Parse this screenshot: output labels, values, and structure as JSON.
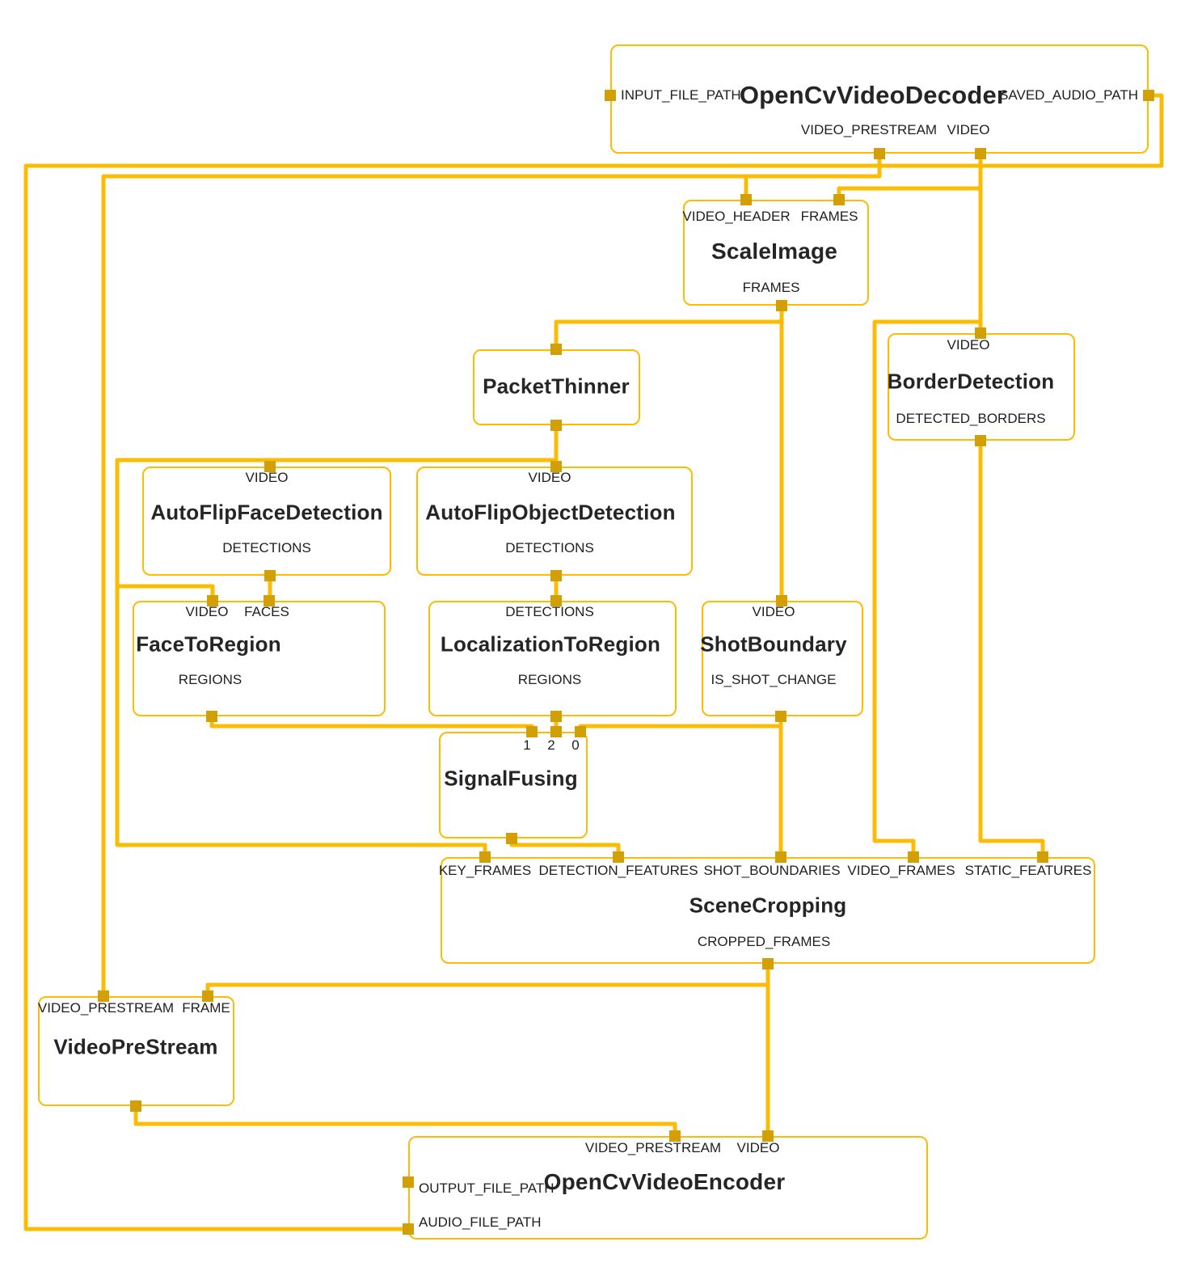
{
  "diagram": {
    "kind": "mediapipe-autoflip-graph",
    "colors": {
      "wire": "#FBBC05",
      "port": "#D29F06",
      "box_border": "#FBBC05",
      "text": "#1f1f1f",
      "background": "#ffffff"
    }
  },
  "nodes": [
    {
      "id": "decoder",
      "title": "OpenCvVideoDecoder",
      "ports": [
        {
          "label": "INPUT_FILE_PATH"
        },
        {
          "label": "SAVED_AUDIO_PATH"
        },
        {
          "label": "VIDEO_PRESTREAM"
        },
        {
          "label": "VIDEO"
        }
      ]
    },
    {
      "id": "scaleimage",
      "title": "ScaleImage",
      "ports": [
        {
          "label": "VIDEO_HEADER"
        },
        {
          "label": "FRAMES"
        },
        {
          "label": "FRAMES"
        }
      ]
    },
    {
      "id": "borderdetection",
      "title": "BorderDetection",
      "ports": [
        {
          "label": "VIDEO"
        },
        {
          "label": "DETECTED_BORDERS"
        }
      ]
    },
    {
      "id": "packetthinner",
      "title": "PacketThinner",
      "ports": []
    },
    {
      "id": "facedetection",
      "title": "AutoFlipFaceDetection",
      "ports": [
        {
          "label": "VIDEO"
        },
        {
          "label": "DETECTIONS"
        }
      ]
    },
    {
      "id": "objectdetection",
      "title": "AutoFlipObjectDetection",
      "ports": [
        {
          "label": "VIDEO"
        },
        {
          "label": "DETECTIONS"
        }
      ]
    },
    {
      "id": "facetoregion",
      "title": "FaceToRegion",
      "ports": [
        {
          "label": "VIDEO"
        },
        {
          "label": "FACES"
        },
        {
          "label": "REGIONS"
        }
      ]
    },
    {
      "id": "localizationtoregion",
      "title": "LocalizationToRegion",
      "ports": [
        {
          "label": "DETECTIONS"
        },
        {
          "label": "REGIONS"
        }
      ]
    },
    {
      "id": "shotboundary",
      "title": "ShotBoundary",
      "ports": [
        {
          "label": "VIDEO"
        },
        {
          "label": "IS_SHOT_CHANGE"
        }
      ]
    },
    {
      "id": "signalfusing",
      "title": "SignalFusing",
      "ports": [
        {
          "label": "1"
        },
        {
          "label": "2"
        },
        {
          "label": "0"
        }
      ]
    },
    {
      "id": "scenecropping",
      "title": "SceneCropping",
      "ports": [
        {
          "label": "KEY_FRAMES"
        },
        {
          "label": "DETECTION_FEATURES"
        },
        {
          "label": "SHOT_BOUNDARIES"
        },
        {
          "label": "VIDEO_FRAMES"
        },
        {
          "label": "STATIC_FEATURES"
        },
        {
          "label": "CROPPED_FRAMES"
        }
      ]
    },
    {
      "id": "videoprestream",
      "title": "VideoPreStream",
      "ports": [
        {
          "label": "VIDEO_PRESTREAM"
        },
        {
          "label": "FRAME"
        }
      ]
    },
    {
      "id": "encoder",
      "title": "OpenCvVideoEncoder",
      "ports": [
        {
          "label": "VIDEO_PRESTREAM"
        },
        {
          "label": "VIDEO"
        },
        {
          "label": "OUTPUT_FILE_PATH"
        },
        {
          "label": "AUDIO_FILE_PATH"
        }
      ]
    }
  ]
}
